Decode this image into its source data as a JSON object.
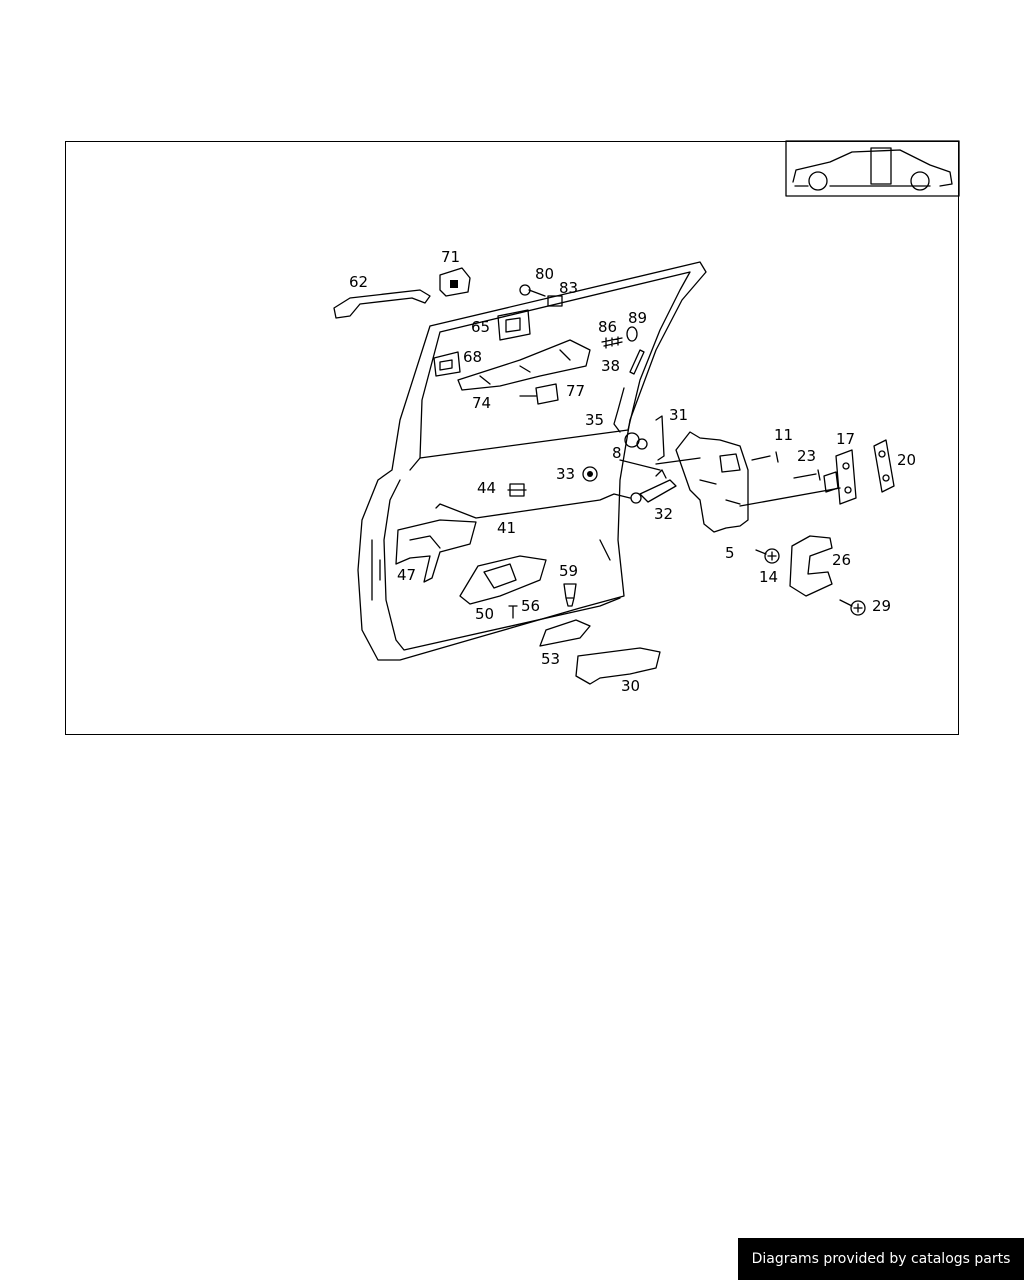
{
  "diagram": {
    "callouts": [
      "62",
      "71",
      "80",
      "83",
      "65",
      "68",
      "74",
      "77",
      "86",
      "89",
      "38",
      "35",
      "31",
      "8",
      "33",
      "44",
      "41",
      "47",
      "50",
      "56",
      "59",
      "53",
      "30",
      "11",
      "23",
      "17",
      "20",
      "5",
      "32",
      "14",
      "26",
      "29"
    ]
  },
  "footer": {
    "credit": "Diagrams provided by catalogs parts"
  }
}
